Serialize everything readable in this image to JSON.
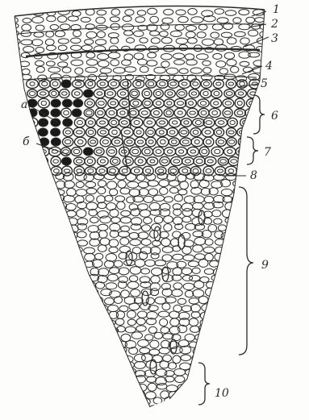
{
  "figure": {
    "labels": [
      "1",
      "2",
      "3",
      "4",
      "5",
      "6",
      "7",
      "8",
      "9",
      "10"
    ],
    "letter_labels": [
      "а",
      "б"
    ]
  },
  "colors": {
    "ink": "#2b2b2b",
    "paper": "#fdfdfb",
    "dark_cells": "#1a1a1a"
  }
}
